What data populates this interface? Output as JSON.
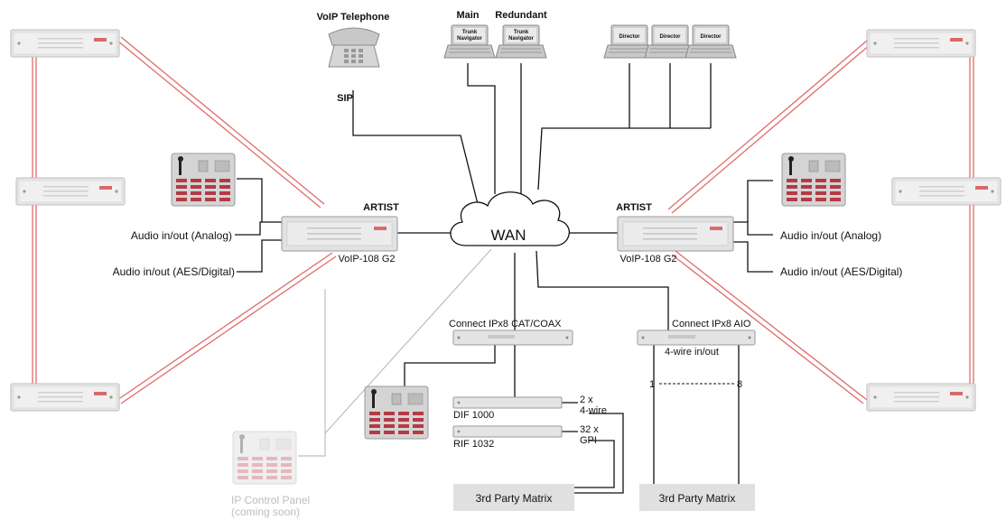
{
  "labels": {
    "voip_telephone": "VoIP Telephone",
    "sip": "SIP",
    "main": "Main",
    "redundant": "Redundant",
    "trunk_navigator": "Trunk Navigator",
    "director": "Director",
    "wan": "WAN",
    "artist_left": "ARTIST",
    "voip_left": "VoIP-108 G2",
    "artist_right": "ARTIST",
    "voip_right": "VoIP-108 G2",
    "audio_analog_left": "Audio in/out (Analog)",
    "audio_aes_left": "Audio in/out (AES/Digital)",
    "audio_analog_right": "Audio in/out (Analog)",
    "audio_aes_right": "Audio in/out (AES/Digital)",
    "connect_cat": "Connect IPx8  CAT/COAX",
    "connect_aio": "Connect IPx8 AIO",
    "four_wire_inout": "4-wire in/out",
    "dif": "DIF 1000",
    "rif": "RIF 1032",
    "two_x": "2 x",
    "four_wire": "4-wire",
    "thirtytwo_x": "32 x",
    "gpi": "GPI",
    "range_start": "1",
    "range_end": "8",
    "third_party_matrix_1": "3rd Party Matrix",
    "third_party_matrix_2": "3rd Party Matrix",
    "ip_control_panel": "IP Control Panel",
    "coming_soon": "(coming soon)"
  },
  "colors": {
    "line": "#111111",
    "redundancy": "#e06a6a",
    "device_light": "#e6e6e6",
    "device_panel": "#d2d2d2",
    "panel_key": "#b53a44",
    "matrix_box": "#e0e0e0",
    "faded": "#bdbdbd"
  }
}
